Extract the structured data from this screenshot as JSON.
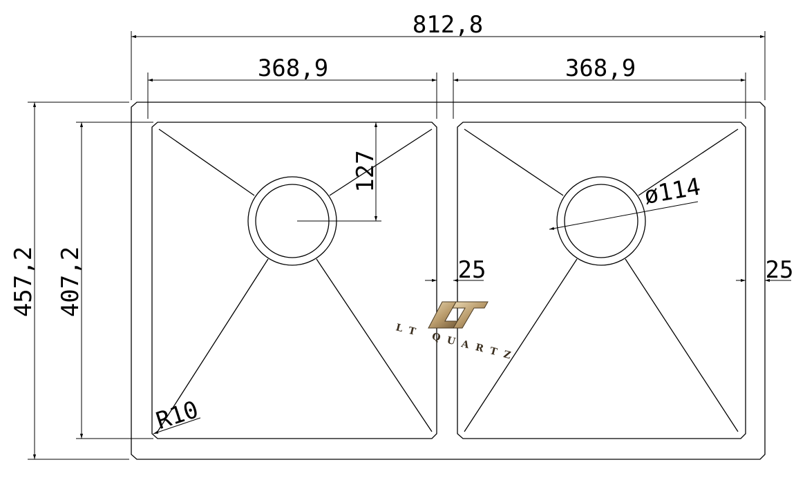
{
  "dimensions": {
    "overall_width": "812,8",
    "left_bowl_width": "368,9",
    "right_bowl_width": "368,9",
    "overall_height": "457,2",
    "bowl_height": "407,2",
    "drain_offset": "127",
    "divider_gap": "25",
    "edge_margin": "25",
    "drain_diameter": "ø114",
    "corner_radius": "R10"
  },
  "logo": {
    "text": "LT QUARTZ",
    "colors": {
      "gold": "#b89a6a",
      "dark": "#3a2e1e"
    }
  },
  "colors": {
    "line": "#000000",
    "background": "#ffffff"
  }
}
